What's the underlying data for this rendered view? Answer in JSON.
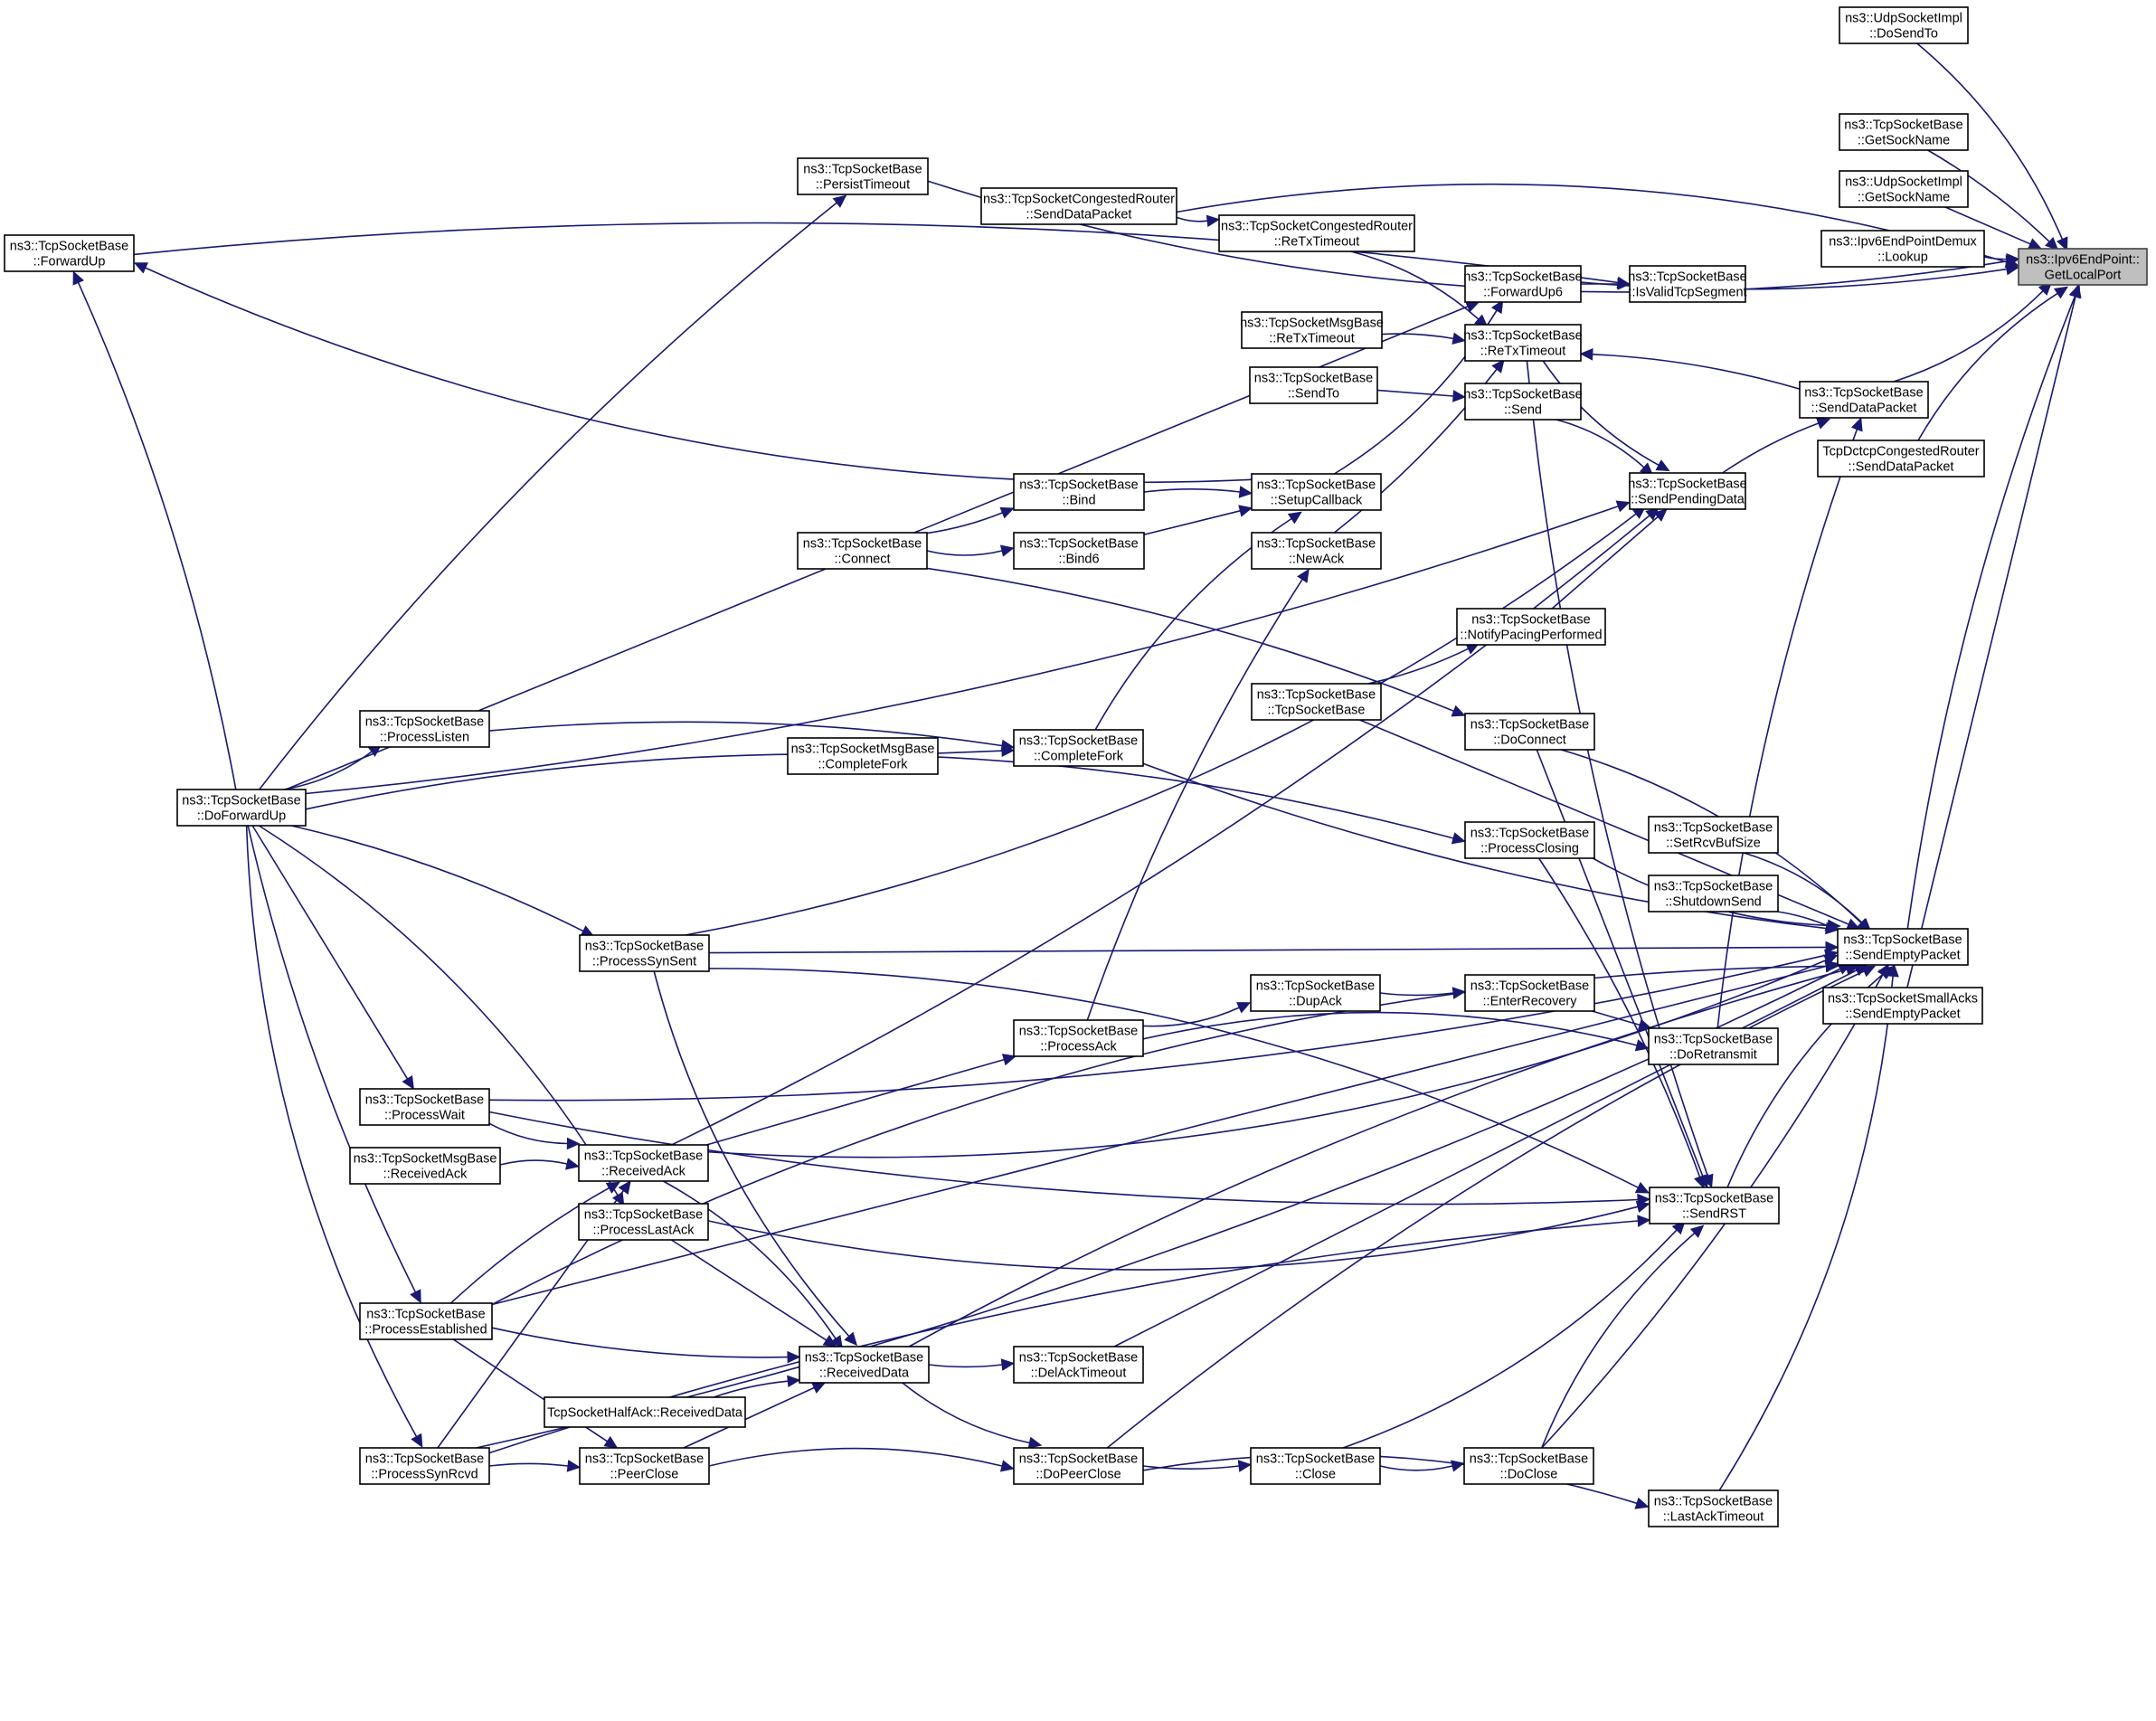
{
  "diagram": {
    "title": "Caller graph of ns3::Ipv6EndPoint::GetLocalPort",
    "edge_color": "#191970",
    "target_fill": "#bfbfbf",
    "nodes": [
      {
        "id": "GetLocalPort",
        "lines": [
          "ns3::Ipv6EndPoint::",
          "GetLocalPort"
        ],
        "target": true
      },
      {
        "id": "UdpDoSendTo",
        "lines": [
          "ns3::UdpSocketImpl",
          "::DoSendTo"
        ]
      },
      {
        "id": "TcpGetSockName",
        "lines": [
          "ns3::TcpSocketBase",
          "::GetSockName"
        ]
      },
      {
        "id": "UdpGetSockName",
        "lines": [
          "ns3::UdpSocketImpl",
          "::GetSockName"
        ]
      },
      {
        "id": "DemuxLookup",
        "lines": [
          "ns3::Ipv6EndPointDemux",
          "::Lookup"
        ]
      },
      {
        "id": "SendDataPacket",
        "lines": [
          "ns3::TcpSocketBase",
          "::SendDataPacket"
        ]
      },
      {
        "id": "DctcpSendDataPacket",
        "lines": [
          "TcpDctcpCongestedRouter",
          "::SendDataPacket"
        ]
      },
      {
        "id": "SendEmptyPacket",
        "lines": [
          "ns3::TcpSocketBase",
          "::SendEmptyPacket"
        ]
      },
      {
        "id": "SmallAcksSendEmptyPacket",
        "lines": [
          "ns3::TcpSocketSmallAcks",
          "::SendEmptyPacket"
        ]
      },
      {
        "id": "ForwardUp",
        "lines": [
          "ns3::TcpSocketBase",
          "::ForwardUp"
        ]
      },
      {
        "id": "PersistTimeout",
        "lines": [
          "ns3::TcpSocketBase",
          "::PersistTimeout"
        ]
      },
      {
        "id": "CRSendDataPacket",
        "lines": [
          "ns3::TcpSocketCongestedRouter",
          "::SendDataPacket"
        ]
      },
      {
        "id": "CRReTxTimeout",
        "lines": [
          "ns3::TcpSocketCongestedRouter",
          "::ReTxTimeout"
        ]
      },
      {
        "id": "ForwardUp6",
        "lines": [
          "ns3::TcpSocketBase",
          "::ForwardUp6"
        ]
      },
      {
        "id": "IsValidTcpSegment",
        "lines": [
          "ns3::TcpSocketBase",
          "::IsValidTcpSegment"
        ]
      },
      {
        "id": "MsgReTxTimeout",
        "lines": [
          "ns3::TcpSocketMsgBase",
          "::ReTxTimeout"
        ]
      },
      {
        "id": "ReTxTimeout",
        "lines": [
          "ns3::TcpSocketBase",
          "::ReTxTimeout"
        ]
      },
      {
        "id": "SendTo",
        "lines": [
          "ns3::TcpSocketBase",
          "::SendTo"
        ]
      },
      {
        "id": "Send",
        "lines": [
          "ns3::TcpSocketBase",
          "::Send"
        ]
      },
      {
        "id": "SendPendingData",
        "lines": [
          "ns3::TcpSocketBase",
          "::SendPendingData"
        ]
      },
      {
        "id": "SetupCallback",
        "lines": [
          "ns3::TcpSocketBase",
          "::SetupCallback"
        ]
      },
      {
        "id": "Bind",
        "lines": [
          "ns3::TcpSocketBase",
          "::Bind"
        ]
      },
      {
        "id": "Bind6",
        "lines": [
          "ns3::TcpSocketBase",
          "::Bind6"
        ]
      },
      {
        "id": "Connect",
        "lines": [
          "ns3::TcpSocketBase",
          "::Connect"
        ]
      },
      {
        "id": "NewAck",
        "lines": [
          "ns3::TcpSocketBase",
          "::NewAck"
        ]
      },
      {
        "id": "NotifyPacingPerformed",
        "lines": [
          "ns3::TcpSocketBase",
          "::NotifyPacingPerformed"
        ]
      },
      {
        "id": "Ctor",
        "lines": [
          "ns3::TcpSocketBase",
          "::TcpSocketBase"
        ]
      },
      {
        "id": "DoConnect",
        "lines": [
          "ns3::TcpSocketBase",
          "::DoConnect"
        ]
      },
      {
        "id": "ProcessListen",
        "lines": [
          "ns3::TcpSocketBase",
          "::ProcessListen"
        ]
      },
      {
        "id": "MsgCompleteFork",
        "lines": [
          "ns3::TcpSocketMsgBase",
          "::CompleteFork"
        ]
      },
      {
        "id": "CompleteFork",
        "lines": [
          "ns3::TcpSocketBase",
          "::CompleteFork"
        ]
      },
      {
        "id": "DoForwardUp",
        "lines": [
          "ns3::TcpSocketBase",
          "::DoForwardUp"
        ]
      },
      {
        "id": "ProcessClosing",
        "lines": [
          "ns3::TcpSocketBase",
          "::ProcessClosing"
        ]
      },
      {
        "id": "SetRcvBufSize",
        "lines": [
          "ns3::TcpSocketBase",
          "::SetRcvBufSize"
        ]
      },
      {
        "id": "ShutdownSend",
        "lines": [
          "ns3::TcpSocketBase",
          "::ShutdownSend"
        ]
      },
      {
        "id": "ProcessSynSent",
        "lines": [
          "ns3::TcpSocketBase",
          "::ProcessSynSent"
        ]
      },
      {
        "id": "DupAck",
        "lines": [
          "ns3::TcpSocketBase",
          "::DupAck"
        ]
      },
      {
        "id": "EnterRecovery",
        "lines": [
          "ns3::TcpSocketBase",
          "::EnterRecovery"
        ]
      },
      {
        "id": "ProcessAck",
        "lines": [
          "ns3::TcpSocketBase",
          "::ProcessAck"
        ]
      },
      {
        "id": "DoRetransmit",
        "lines": [
          "ns3::TcpSocketBase",
          "::DoRetransmit"
        ]
      },
      {
        "id": "ProcessWait",
        "lines": [
          "ns3::TcpSocketBase",
          "::ProcessWait"
        ]
      },
      {
        "id": "MsgReceivedAck",
        "lines": [
          "ns3::TcpSocketMsgBase",
          "::ReceivedAck"
        ]
      },
      {
        "id": "ReceivedAck",
        "lines": [
          "ns3::TcpSocketBase",
          "::ReceivedAck"
        ]
      },
      {
        "id": "ProcessLastAck",
        "lines": [
          "ns3::TcpSocketBase",
          "::ProcessLastAck"
        ]
      },
      {
        "id": "SendRST",
        "lines": [
          "ns3::TcpSocketBase",
          "::SendRST"
        ]
      },
      {
        "id": "ProcessEstablished",
        "lines": [
          "ns3::TcpSocketBase",
          "::ProcessEstablished"
        ]
      },
      {
        "id": "ReceivedData",
        "lines": [
          "ns3::TcpSocketBase",
          "::ReceivedData"
        ]
      },
      {
        "id": "DelAckTimeout",
        "lines": [
          "ns3::TcpSocketBase",
          "::DelAckTimeout"
        ]
      },
      {
        "id": "HalfAckReceivedData",
        "lines": [
          "TcpSocketHalfAck::ReceivedData"
        ]
      },
      {
        "id": "ProcessSynRcvd",
        "lines": [
          "ns3::TcpSocketBase",
          "::ProcessSynRcvd"
        ]
      },
      {
        "id": "PeerClose",
        "lines": [
          "ns3::TcpSocketBase",
          "::PeerClose"
        ]
      },
      {
        "id": "DoPeerClose",
        "lines": [
          "ns3::TcpSocketBase",
          "::DoPeerClose"
        ]
      },
      {
        "id": "Close",
        "lines": [
          "ns3::TcpSocketBase",
          "::Close"
        ]
      },
      {
        "id": "DoClose",
        "lines": [
          "ns3::TcpSocketBase",
          "::DoClose"
        ]
      },
      {
        "id": "LastAckTimeout",
        "lines": [
          "ns3::TcpSocketBase",
          "::LastAckTimeout"
        ]
      }
    ],
    "edges": [
      [
        "UdpDoSendTo",
        "GetLocalPort"
      ],
      [
        "TcpGetSockName",
        "GetLocalPort"
      ],
      [
        "UdpGetSockName",
        "GetLocalPort"
      ],
      [
        "DemuxLookup",
        "GetLocalPort"
      ],
      [
        "SendDataPacket",
        "GetLocalPort"
      ],
      [
        "DctcpSendDataPacket",
        "GetLocalPort"
      ],
      [
        "SendEmptyPacket",
        "GetLocalPort"
      ],
      [
        "SmallAcksSendEmptyPacket",
        "GetLocalPort"
      ],
      [
        "ForwardUp6",
        "GetLocalPort"
      ],
      [
        "PersistTimeout",
        "GetLocalPort"
      ],
      [
        "CRSendDataPacket",
        "GetLocalPort"
      ],
      [
        "ForwardUp",
        "IsValidTcpSegment"
      ],
      [
        "ForwardUp6",
        "IsValidTcpSegment"
      ],
      [
        "SendDataPacket",
        "ReTxTimeout"
      ],
      [
        "CRSendDataPacket",
        "CRReTxTimeout"
      ],
      [
        "CRReTxTimeout",
        "ReTxTimeout"
      ],
      [
        "MsgReTxTimeout",
        "ReTxTimeout"
      ],
      [
        "SendTo",
        "Send"
      ],
      [
        "NewAck",
        "ReTxTimeout"
      ],
      [
        "SetupCallback",
        "ForwardUp6"
      ],
      [
        "SetupCallback",
        "ForwardUp"
      ],
      [
        "Bind",
        "SetupCallback"
      ],
      [
        "Bind6",
        "SetupCallback"
      ],
      [
        "Connect",
        "Bind"
      ],
      [
        "Connect",
        "Bind6"
      ],
      [
        "CompleteFork",
        "SetupCallback"
      ],
      [
        "ProcessListen",
        "CompleteFork"
      ],
      [
        "MsgCompleteFork",
        "CompleteFork"
      ],
      [
        "DoForwardUp",
        "ForwardUp"
      ],
      [
        "DoForwardUp",
        "ProcessListen"
      ],
      [
        "DoForwardUp",
        "ProcessClosing"
      ],
      [
        "DoForwardUp",
        "ProcessSynSent"
      ],
      [
        "DoForwardUp",
        "ProcessWait"
      ],
      [
        "DoForwardUp",
        "ProcessEstablished"
      ],
      [
        "DoForwardUp",
        "ProcessSynRcvd"
      ],
      [
        "DoForwardUp",
        "ProcessLastAck"
      ],
      [
        "DoForwardUp",
        "PersistTimeout"
      ],
      [
        "DoForwardUp",
        "ForwardUp6"
      ],
      [
        "DoForwardUp",
        "SendPendingData"
      ],
      [
        "ReTxTimeout",
        "SendPendingData"
      ],
      [
        "Send",
        "SendPendingData"
      ],
      [
        "SendPendingData",
        "SendDataPacket"
      ],
      [
        "NotifyPacingPerformed",
        "SendPendingData"
      ],
      [
        "Ctor",
        "NotifyPacingPerformed"
      ],
      [
        "ProcessSynSent",
        "SendPendingData"
      ],
      [
        "DoConnect",
        "SendEmptyPacket"
      ],
      [
        "Connect",
        "DoConnect"
      ],
      [
        "Ctor",
        "SendEmptyPacket"
      ],
      [
        "CompleteFork",
        "SendEmptyPacket"
      ],
      [
        "ProcessClosing",
        "SendEmptyPacket"
      ],
      [
        "SetRcvBufSize",
        "SendEmptyPacket"
      ],
      [
        "ShutdownSend",
        "SendEmptyPacket"
      ],
      [
        "ProcessSynSent",
        "SendEmptyPacket"
      ],
      [
        "ProcessWait",
        "SendEmptyPacket"
      ],
      [
        "ReceivedAck",
        "SendEmptyPacket"
      ],
      [
        "ProcessEstablished",
        "SendEmptyPacket"
      ],
      [
        "ReceivedData",
        "SendEmptyPacket"
      ],
      [
        "DelAckTimeout",
        "SendEmptyPacket"
      ],
      [
        "DoClose",
        "SendEmptyPacket"
      ],
      [
        "LastAckTimeout",
        "SendEmptyPacket"
      ],
      [
        "SendRST",
        "SendEmptyPacket"
      ],
      [
        "DoRetransmit",
        "SendDataPacket"
      ],
      [
        "EnterRecovery",
        "DoRetransmit"
      ],
      [
        "DupAck",
        "EnterRecovery"
      ],
      [
        "ProcessAck",
        "DupAck"
      ],
      [
        "ProcessAck",
        "DoRetransmit"
      ],
      [
        "ProcessAck",
        "NewAck"
      ],
      [
        "ReceivedAck",
        "ProcessAck"
      ],
      [
        "ReceivedAck",
        "SendPendingData"
      ],
      [
        "ProcessWait",
        "ReceivedAck"
      ],
      [
        "MsgReceivedAck",
        "ReceivedAck"
      ],
      [
        "ProcessEstablished",
        "ReceivedAck"
      ],
      [
        "ProcessSynRcvd",
        "ReceivedAck"
      ],
      [
        "ProcessWait",
        "SendRST"
      ],
      [
        "ProcessLastAck",
        "SendRST"
      ],
      [
        "ProcessSynSent",
        "SendRST"
      ],
      [
        "ProcessClosing",
        "SendRST"
      ],
      [
        "DoConnect",
        "SendRST"
      ],
      [
        "ReTxTimeout",
        "SendRST"
      ],
      [
        "Close",
        "SendRST"
      ],
      [
        "DoClose",
        "SendRST"
      ],
      [
        "ProcessSynRcvd",
        "SendRST"
      ],
      [
        "ProcessLastAck",
        "ReceivedData"
      ],
      [
        "ProcessEstablished",
        "ReceivedData"
      ],
      [
        "ProcessSynSent",
        "ReceivedData"
      ],
      [
        "ReceivedAck",
        "ReceivedData"
      ],
      [
        "HalfAckReceivedData",
        "ReceivedData"
      ],
      [
        "PeerClose",
        "ReceivedData"
      ],
      [
        "ReceivedData",
        "DelAckTimeout"
      ],
      [
        "ReceivedData",
        "DoPeerClose"
      ],
      [
        "PeerClose",
        "DoPeerClose"
      ],
      [
        "ProcessSynRcvd",
        "PeerClose"
      ],
      [
        "ProcessEstablished",
        "PeerClose"
      ],
      [
        "DoPeerClose",
        "Close"
      ],
      [
        "Close",
        "DoClose"
      ],
      [
        "DoPeerClose",
        "LastAckTimeout"
      ],
      [
        "DoPeerClose",
        "SendEmptyPacket"
      ],
      [
        "ProcessEstablished",
        "SendEmptyPacket"
      ],
      [
        "ProcessSynRcvd",
        "SendEmptyPacket"
      ]
    ]
  }
}
